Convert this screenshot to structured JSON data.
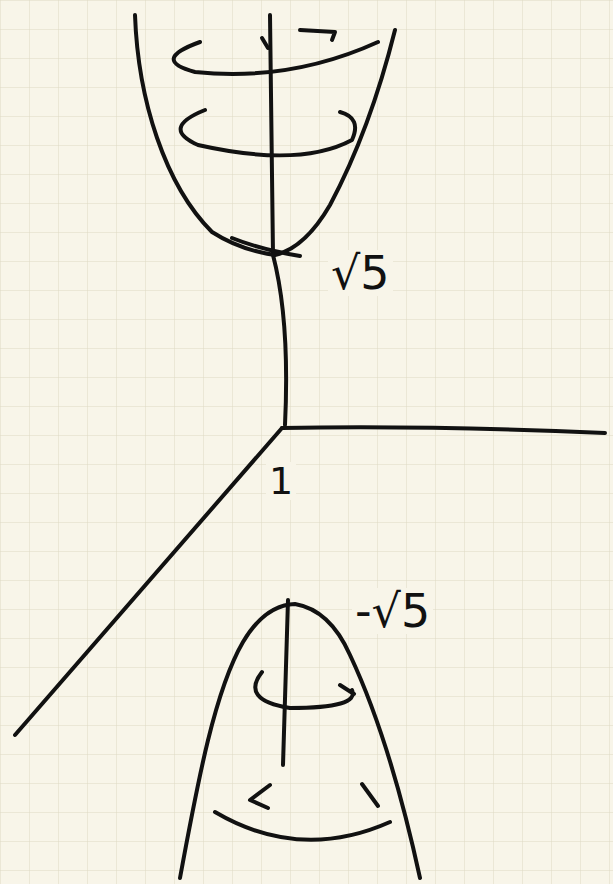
{
  "diagram": {
    "labels": [
      "√5",
      "1",
      "-√5"
    ]
  }
}
